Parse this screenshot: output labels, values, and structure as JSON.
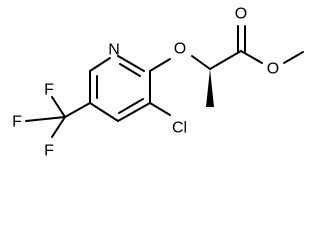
{
  "molecule": {
    "atoms": {
      "pyridine_nitrogen": "N",
      "ether_oxygen": "O",
      "carbonyl_oxygen": "O",
      "ester_oxygen": "O",
      "chlorine": "Cl",
      "fluorine_top": "F",
      "fluorine_left": "F",
      "fluorine_bottom": "F"
    },
    "colors": {
      "bond": "#000000",
      "label": "#000000",
      "background": "#ffffff"
    }
  }
}
